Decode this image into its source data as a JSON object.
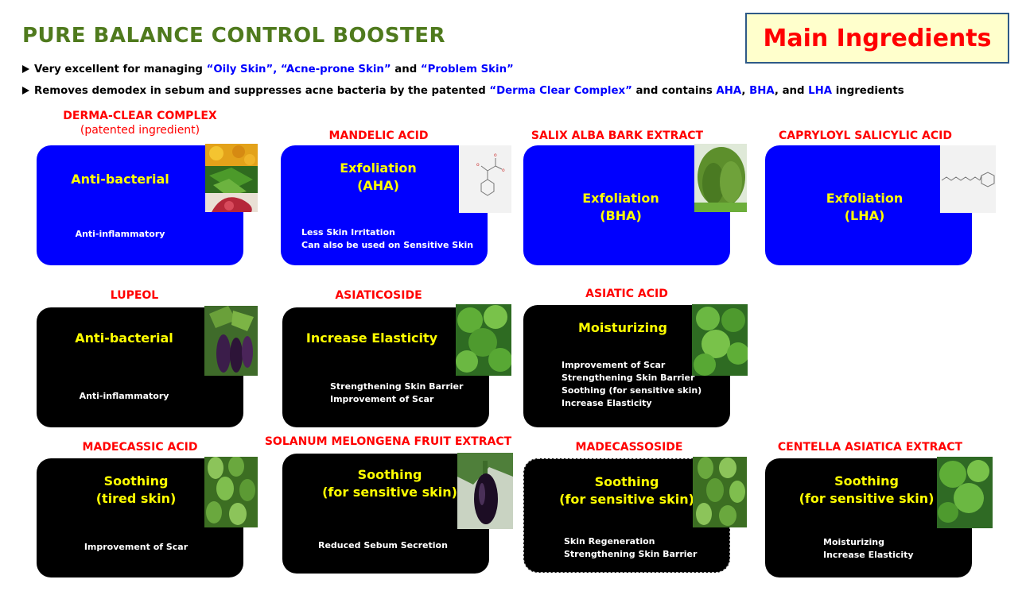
{
  "header": {
    "title": "PURE BALANCE CONTROL BOOSTER",
    "badge": "Main Ingredients",
    "bullet1": {
      "t1": "Very excellent for managing ",
      "h1": "“Oily Skin”, “Acne-prone Skin”",
      "t2": " and ",
      "h2": "“Problem Skin”"
    },
    "bullet2": {
      "t1": "Removes demodex in sebum and suppresses acne bacteria by the patented ",
      "h1": "“Derma Clear Complex”",
      "t2": " and contains ",
      "h2": "AHA",
      "t3": ", ",
      "h3": "BHA",
      "t4": ", and ",
      "h4": "LHA",
      "t5": " ingredients"
    }
  },
  "cards": [
    {
      "ingredient": "DERMA-CLEAR COMPLEX",
      "note": "(patented ingredient)",
      "effect": "Anti-bacterial",
      "details": [
        "Anti-inflammatory"
      ],
      "color": "#0000ff",
      "image": "leaves-and-fig-image"
    },
    {
      "ingredient": "MANDELIC ACID",
      "effect1": "Exfoliation",
      "effect2": "(AHA)",
      "details": [
        "Less Skin Irritation",
        "Can also be used on Sensitive Skin"
      ],
      "color": "#0000ff",
      "image": "molecule-structure-image"
    },
    {
      "ingredient": "SALIX ALBA BARK EXTRACT",
      "effect1": "Exfoliation",
      "effect2": "(BHA)",
      "details": [],
      "color": "#0000ff",
      "image": "willow-tree-image"
    },
    {
      "ingredient": "CAPRYLOYL SALICYLIC ACID",
      "effect1": "Exfoliation",
      "effect2": "(LHA)",
      "details": [],
      "color": "#0000ff",
      "image": "molecule-chain-image"
    },
    {
      "ingredient": "LUPEOL",
      "effect": "Anti-bacterial",
      "details": [
        "Anti-inflammatory"
      ],
      "color": "#000000",
      "image": "eggplant-image"
    },
    {
      "ingredient": "ASIATICOSIDE",
      "effect": "Increase Elasticity",
      "details": [
        "Strengthening Skin Barrier",
        "Improvement of Scar"
      ],
      "color": "#000000",
      "image": "centella-leaves-image"
    },
    {
      "ingredient": "ASIATIC ACID",
      "effect": "Moisturizing",
      "details": [
        "Improvement of Scar",
        "Strengthening Skin Barrier",
        "Soothing (for sensitive skin)",
        "Increase Elasticity"
      ],
      "color": "#000000",
      "image": "centella-leaves-image"
    },
    {
      "ingredient": "MADECASSIC ACID",
      "effect1": "Soothing",
      "effect2": "(tired skin)",
      "details": [
        "Improvement of Scar"
      ],
      "color": "#000000",
      "image": "vine-leaves-image"
    },
    {
      "ingredient": "SOLANUM MELONGENA FRUIT EXTRACT",
      "effect1": "Soothing",
      "effect2": "(for sensitive skin)",
      "details": [
        "Reduced Sebum Secretion"
      ],
      "color": "#000000",
      "image": "eggplant-image"
    },
    {
      "ingredient": "MADECASSOSIDE",
      "effect1": "Soothing",
      "effect2": "(for sensitive skin)",
      "details": [
        "Skin Regeneration",
        "Strengthening Skin Barrier"
      ],
      "color": "#000000",
      "image": "vine-leaves-image"
    },
    {
      "ingredient": "CENTELLA ASIATICA EXTRACT",
      "effect1": "Soothing",
      "effect2": "(for sensitive skin)",
      "details": [
        "Moisturizing",
        "Increase Elasticity"
      ],
      "color": "#000000",
      "image": "centella-leaves-image"
    }
  ]
}
